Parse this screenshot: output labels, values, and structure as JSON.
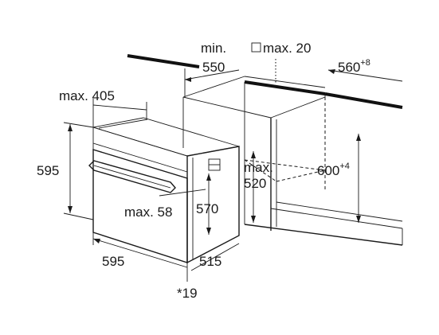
{
  "dimensions": {
    "niche_depth_min_label": "min.",
    "niche_depth_min_value": "550",
    "vent_max_label": "max. 20",
    "niche_width_value": "560",
    "niche_width_tolerance": "+8",
    "front_max_label": "max. 405",
    "front_height_value": "595",
    "niche_height_value": "600",
    "niche_height_tolerance": "+4",
    "niche_inner_max_label": "max.",
    "niche_inner_max_value": "520",
    "body_height_value": "570",
    "door_max_label": "max. 58",
    "front_width_value": "595",
    "body_depth_value": "515",
    "note_label": "*19"
  },
  "colors": {
    "line": "#1a1a1a",
    "background": "#ffffff"
  }
}
